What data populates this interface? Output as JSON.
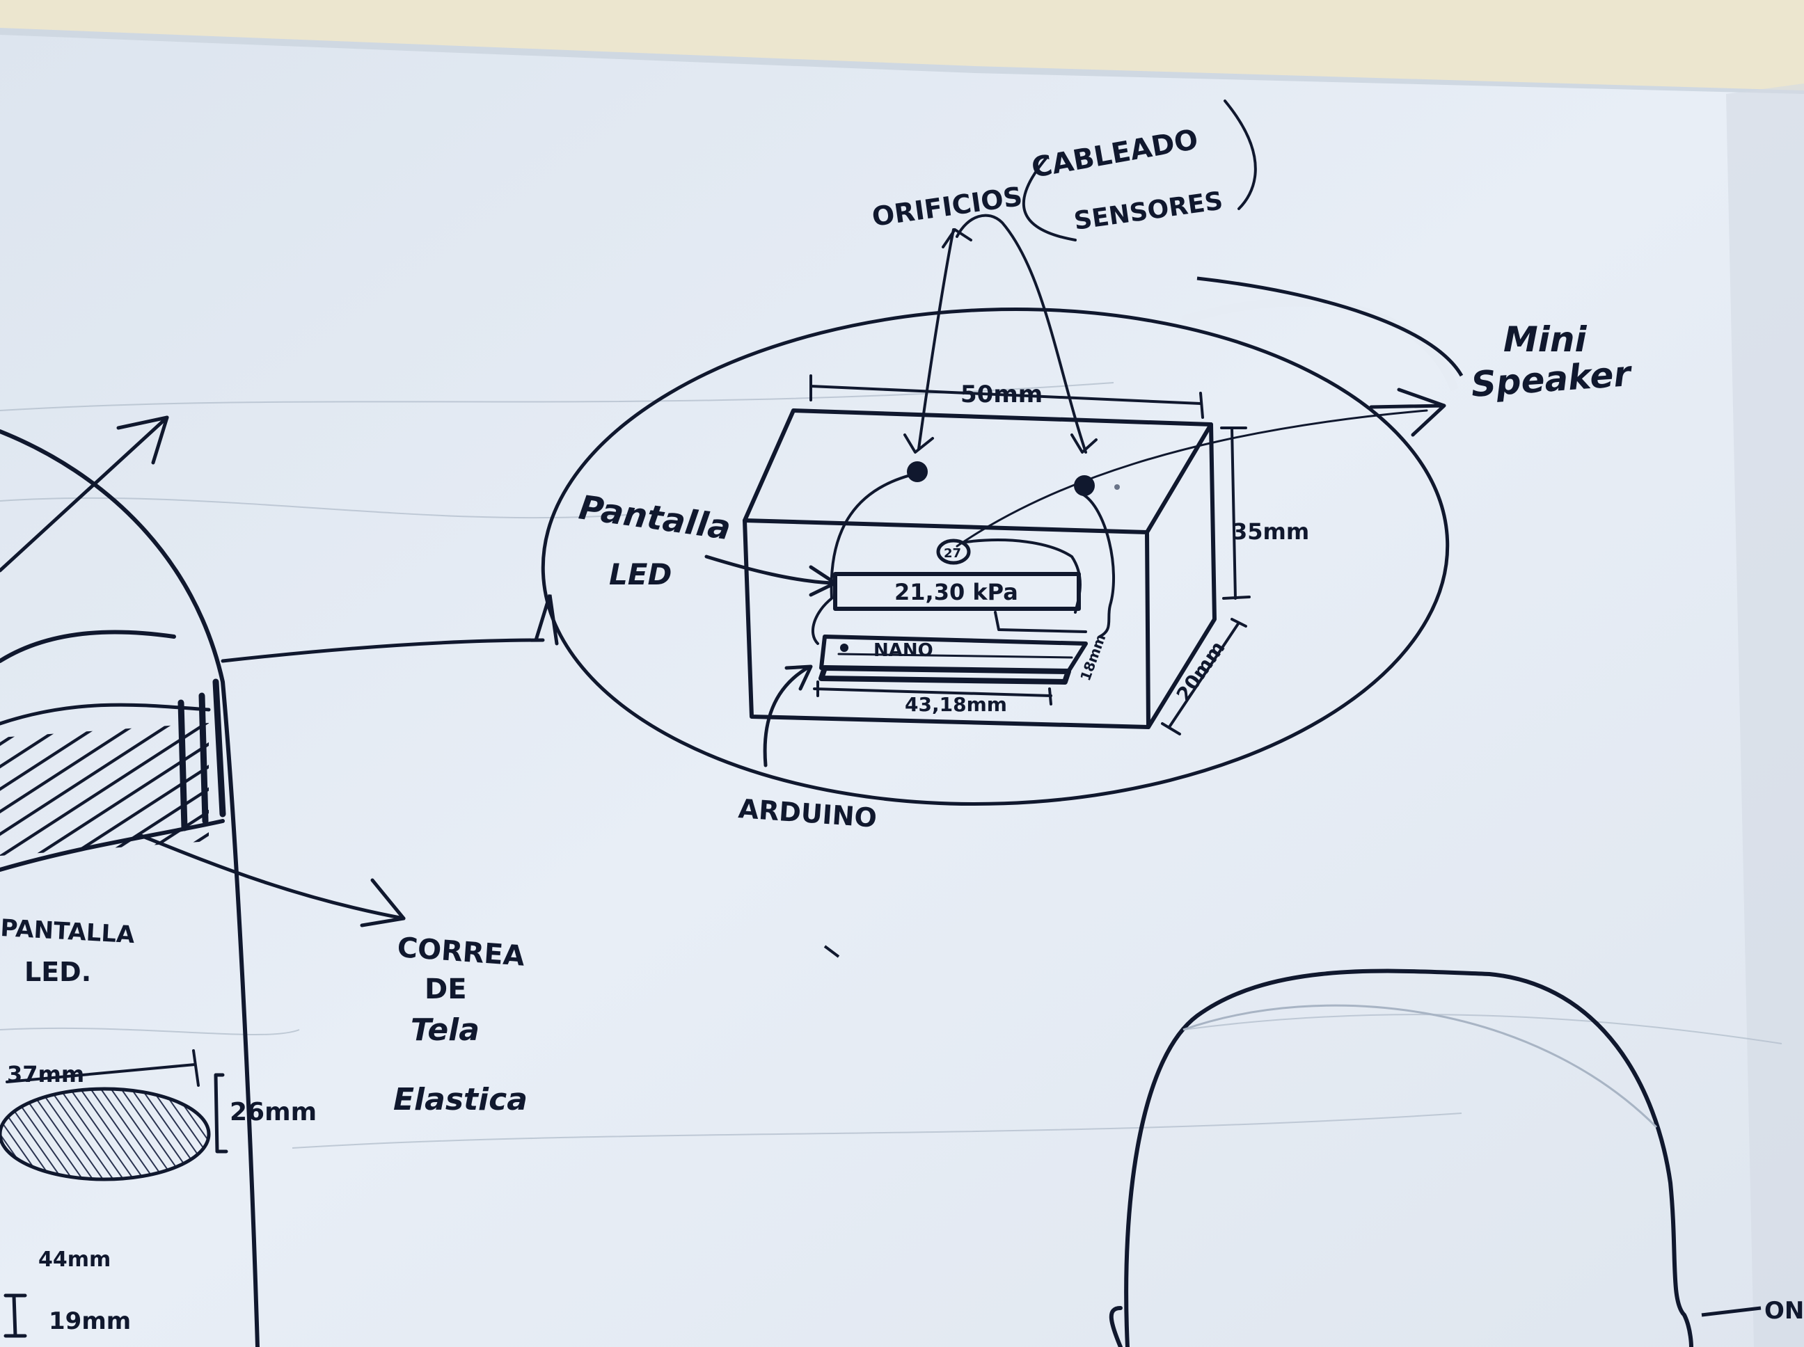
{
  "labels": {
    "orificios": "ORIFICIOS",
    "cableado": "CABLEADO",
    "sensores": "SENSORES",
    "mini": "Mini",
    "speaker": "Speaker",
    "pantalla_main": "Pantalla",
    "led_main": "LED",
    "width_dim": "50mm",
    "height_dim": "35mm",
    "depth_dim": "20mm",
    "display_reading": "21,30 kPa",
    "nano": "NANO",
    "board_dim": "43,18mm",
    "board_side": "18mm",
    "button": "27",
    "arduino": "ARDUINO",
    "pantalla_left": "PANTALLA",
    "led_left": "LED.",
    "correa": "CORREA",
    "de": "DE",
    "tela": "Tela",
    "elastica": "Elastica",
    "dim_37": "37mm",
    "dim_26": "26mm",
    "dim_44": "44mm",
    "dim_19": "19mm",
    "cut_right": "ON"
  },
  "colors": {
    "paper": "#e6ecf4",
    "ink": "#10182e",
    "pencil": "#a8b4c4"
  }
}
